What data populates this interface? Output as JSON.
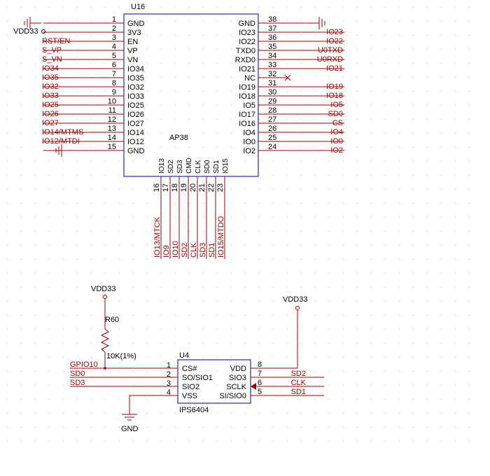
{
  "colors": {
    "background": "#ffffff",
    "grid_dot": "#c8c8c8",
    "wire": "#990000",
    "net_label": "#990000",
    "pin_line": "#990000",
    "pin_text": "#000000",
    "component": "#000080",
    "junction": "#cc00cc"
  },
  "u16": {
    "designator": "U16",
    "part": "AP38",
    "left_pins": [
      {
        "num": "1",
        "name": "GND"
      },
      {
        "num": "2",
        "name": "3V3"
      },
      {
        "num": "3",
        "name": "EN"
      },
      {
        "num": "4",
        "name": "VP"
      },
      {
        "num": "5",
        "name": "VN"
      },
      {
        "num": "6",
        "name": "IO34"
      },
      {
        "num": "7",
        "name": "IO35"
      },
      {
        "num": "8",
        "name": "IO32"
      },
      {
        "num": "9",
        "name": "IO33"
      },
      {
        "num": "10",
        "name": "IO25"
      },
      {
        "num": "11",
        "name": "IO26"
      },
      {
        "num": "12",
        "name": "IO27"
      },
      {
        "num": "13",
        "name": "IO14"
      },
      {
        "num": "14",
        "name": "IO12"
      },
      {
        "num": "15",
        "name": "GND"
      }
    ],
    "right_pins": [
      {
        "num": "38",
        "name": "GND"
      },
      {
        "num": "37",
        "name": "IO23"
      },
      {
        "num": "36",
        "name": "IO22"
      },
      {
        "num": "35",
        "name": "TXD0"
      },
      {
        "num": "34",
        "name": "RXD0"
      },
      {
        "num": "33",
        "name": "IO21"
      },
      {
        "num": "32",
        "name": "NC"
      },
      {
        "num": "31",
        "name": "IO19"
      },
      {
        "num": "30",
        "name": "IO18"
      },
      {
        "num": "29",
        "name": "IO5"
      },
      {
        "num": "28",
        "name": "IO17"
      },
      {
        "num": "27",
        "name": "IO16"
      },
      {
        "num": "26",
        "name": "IO4"
      },
      {
        "num": "25",
        "name": "IO0"
      },
      {
        "num": "24",
        "name": "IO2"
      }
    ],
    "bottom_pins": [
      {
        "num": "16",
        "name": "IO13"
      },
      {
        "num": "17",
        "name": "SD2"
      },
      {
        "num": "18",
        "name": "SD3"
      },
      {
        "num": "19",
        "name": "CMD"
      },
      {
        "num": "20",
        "name": "CLK"
      },
      {
        "num": "21",
        "name": "SD0"
      },
      {
        "num": "22",
        "name": "SD1"
      },
      {
        "num": "23",
        "name": "IO15"
      }
    ],
    "left_nets": [
      "",
      "VDD33",
      "RST/EN",
      "S_VP",
      "S_VN",
      "IO34",
      "IO35",
      "IO32",
      "IO33",
      "IO25",
      "IO26",
      "IO27",
      "IO14/MTMS",
      "IO12/MTDI",
      ""
    ],
    "right_nets": [
      "",
      "IO23",
      "IO22",
      "U0TXD",
      "U0RXD",
      "IO21",
      "",
      "IO19",
      "IO18",
      "IO5",
      "SD0",
      "CS",
      "IO4",
      "IO0",
      "IO2"
    ],
    "bottom_nets": [
      "IO13/MTCK",
      "IO9",
      "IO10",
      "SD2",
      "CLK",
      "SD3",
      "SD1",
      "IO15/MTDO"
    ]
  },
  "u4": {
    "designator": "U4",
    "part": "IPS6404",
    "left_pins": [
      {
        "num": "1",
        "name": "CS#"
      },
      {
        "num": "2",
        "name": "SO/SIO1"
      },
      {
        "num": "3",
        "name": "SIO2"
      },
      {
        "num": "4",
        "name": "VSS"
      }
    ],
    "right_pins": [
      {
        "num": "8",
        "name": "VDD"
      },
      {
        "num": "7",
        "name": "SIO3"
      },
      {
        "num": "6",
        "name": "SCLK"
      },
      {
        "num": "5",
        "name": "SI/SIO0"
      }
    ],
    "left_nets": [
      "GPIO10",
      "SD0",
      "SD3"
    ],
    "right_nets": [
      "SD2",
      "CLK",
      "SD1"
    ]
  },
  "r60": {
    "designator": "R60",
    "value": "10K(1%)"
  },
  "power": {
    "vdd_r60": "VDD33",
    "vdd_u4": "VDD33",
    "gnd": "GND"
  }
}
